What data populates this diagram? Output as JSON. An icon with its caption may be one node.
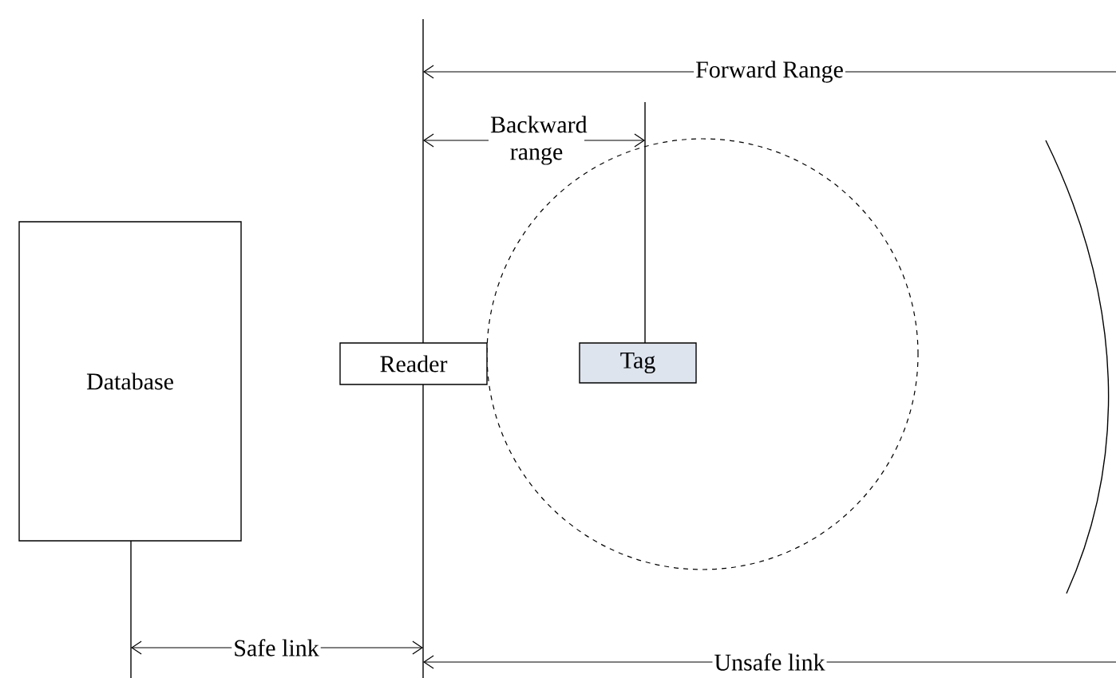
{
  "diagram": {
    "nodes": [
      {
        "text": [
          "Database"
        ]
      },
      {
        "text": [
          "Reader"
        ]
      },
      {
        "text": [
          "Tag"
        ]
      }
    ],
    "labels": [
      "Forward Range",
      "Backward range",
      "Safe link",
      "Unsafe link"
    ]
  }
}
